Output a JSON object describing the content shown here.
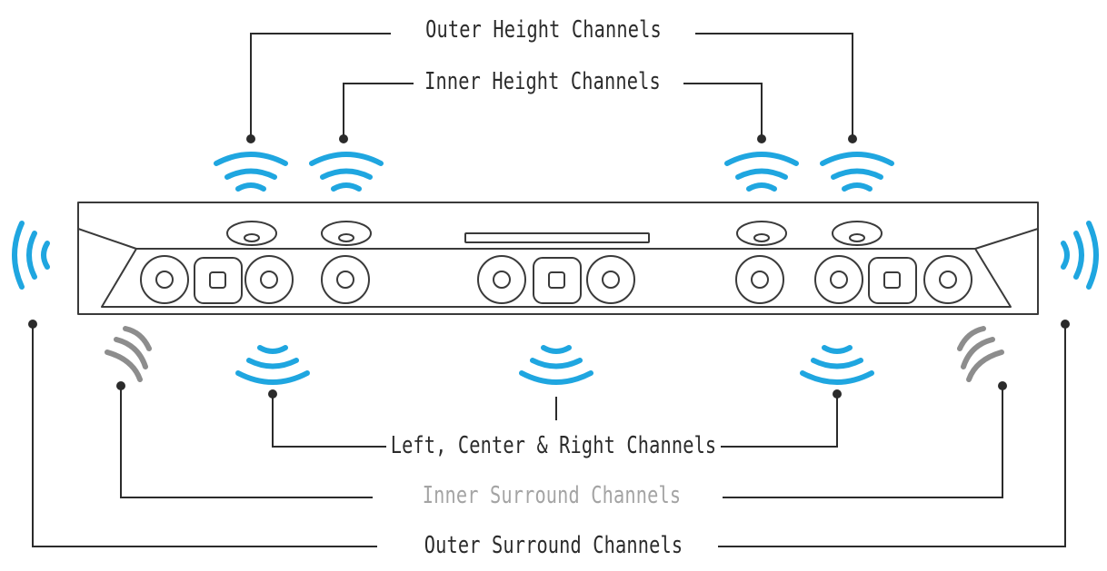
{
  "labels": {
    "outer_height": "Outer Height Channels",
    "inner_height": "Inner Height Channels",
    "lcr": "Left, Center & Right Channels",
    "inner_surround": "Inner Surround Channels",
    "outer_surround": "Outer Surround Channels"
  },
  "colors": {
    "line": "#2b2b2b",
    "outline": "#3a3a3a",
    "wave_blue": "#1fa6e0",
    "wave_gray": "#8d8d8d",
    "label_gray": "#a4a4a4"
  },
  "icons": {
    "sound_wave": "sound-wave-icon",
    "driver": "speaker-driver-icon",
    "tweeter": "tweeter-icon",
    "leader_dot": "leader-dot-icon"
  }
}
